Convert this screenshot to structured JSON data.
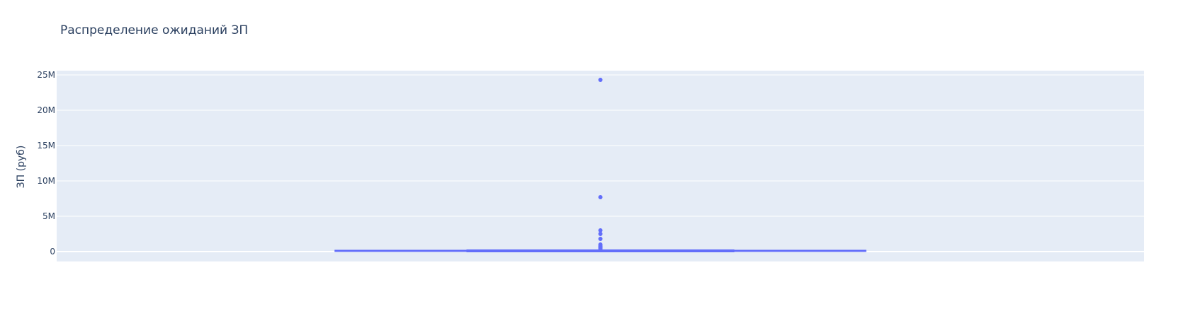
{
  "chart_data": {
    "type": "box",
    "title": "Распределение ожиданий ЗП",
    "xlabel": "",
    "ylabel": "ЗП (руб)",
    "ylim": [
      -1400000,
      25600000
    ],
    "yticks": [
      {
        "value": 0,
        "label": "0"
      },
      {
        "value": 5000000,
        "label": "5M"
      },
      {
        "value": 10000000,
        "label": "10M"
      },
      {
        "value": 15000000,
        "label": "15M"
      },
      {
        "value": 20000000,
        "label": "20M"
      },
      {
        "value": 25000000,
        "label": "25M"
      }
    ],
    "grid": true,
    "box": {
      "min": 0,
      "q1": 50000,
      "median": 100000,
      "q3": 200000,
      "max": 350000
    },
    "outliers": [
      24300000,
      7700000,
      3000000,
      2500000,
      1800000,
      1000000,
      800000,
      700000,
      600000,
      500000,
      400000
    ],
    "colors": {
      "series": "#636efa",
      "plot_bg": "#e5ecf6",
      "grid": "#ffffff",
      "text": "#2a3f5f"
    }
  }
}
